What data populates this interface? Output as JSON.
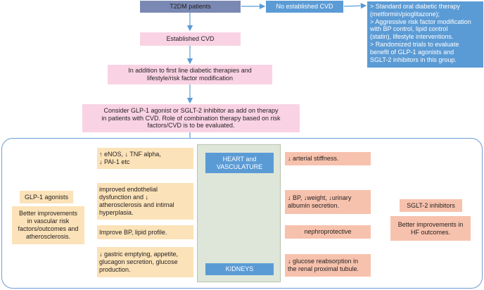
{
  "top": {
    "t2dm": "T2DM patients",
    "no_cvd": "No established CVD",
    "no_cvd_detail": "> Standard oral diabetic therapy\n(metformin/pioglitazone);\n> Aggressive risk factor modification\nwith BP control, lipid control\n(statin), lifestyle interventions.\n> Randomized trials to evaluate\nbenefit of GLP-1 agonists and\nSGLT-2 inhibitors in this group.",
    "established_cvd": "Established CVD",
    "first_line": "In addition to first line diabetic therapies and\nlifestyle/risk factor modification",
    "consider": "Consider GLP-1 agonist or SGLT-2 inhibitor as add on therapy\nin patients with CVD. Role of combination therapy based on risk\nfactors/CVD is to be evaluated."
  },
  "left": {
    "glp1_title": "GLP-1 agonists",
    "glp1_benefit": "Better improvements\nin vascular risk\nfactors/outcomes and\natherosclerosis."
  },
  "glp1_effects": [
    "↑ eNOS, ↓ TNF alpha,\n↓ PAI-1 etc",
    "improved endothelial\ndysfunction and ↓\natherosclerosis and intimal\nhyperplasia.",
    "Improve BP, lipid profile.",
    "↓ gastric emptying, appetite,\nglucagon secretion, glucose\nproduction."
  ],
  "center": {
    "heart": "HEART and\nVASCULATURE",
    "kidneys": "KIDNEYS"
  },
  "sglt2_effects": [
    "↓ arterial stiffness.",
    "↓ BP, ↓weight, ↓urinary\nalbumin secretion.",
    "nephroprotective",
    "↓ glucose reabsorption in\nthe renal proximal tubule."
  ],
  "right": {
    "sglt2_title": "SGLT-2 inhibitors",
    "sglt2_benefit": "Better improvements in\nHF outcomes."
  }
}
